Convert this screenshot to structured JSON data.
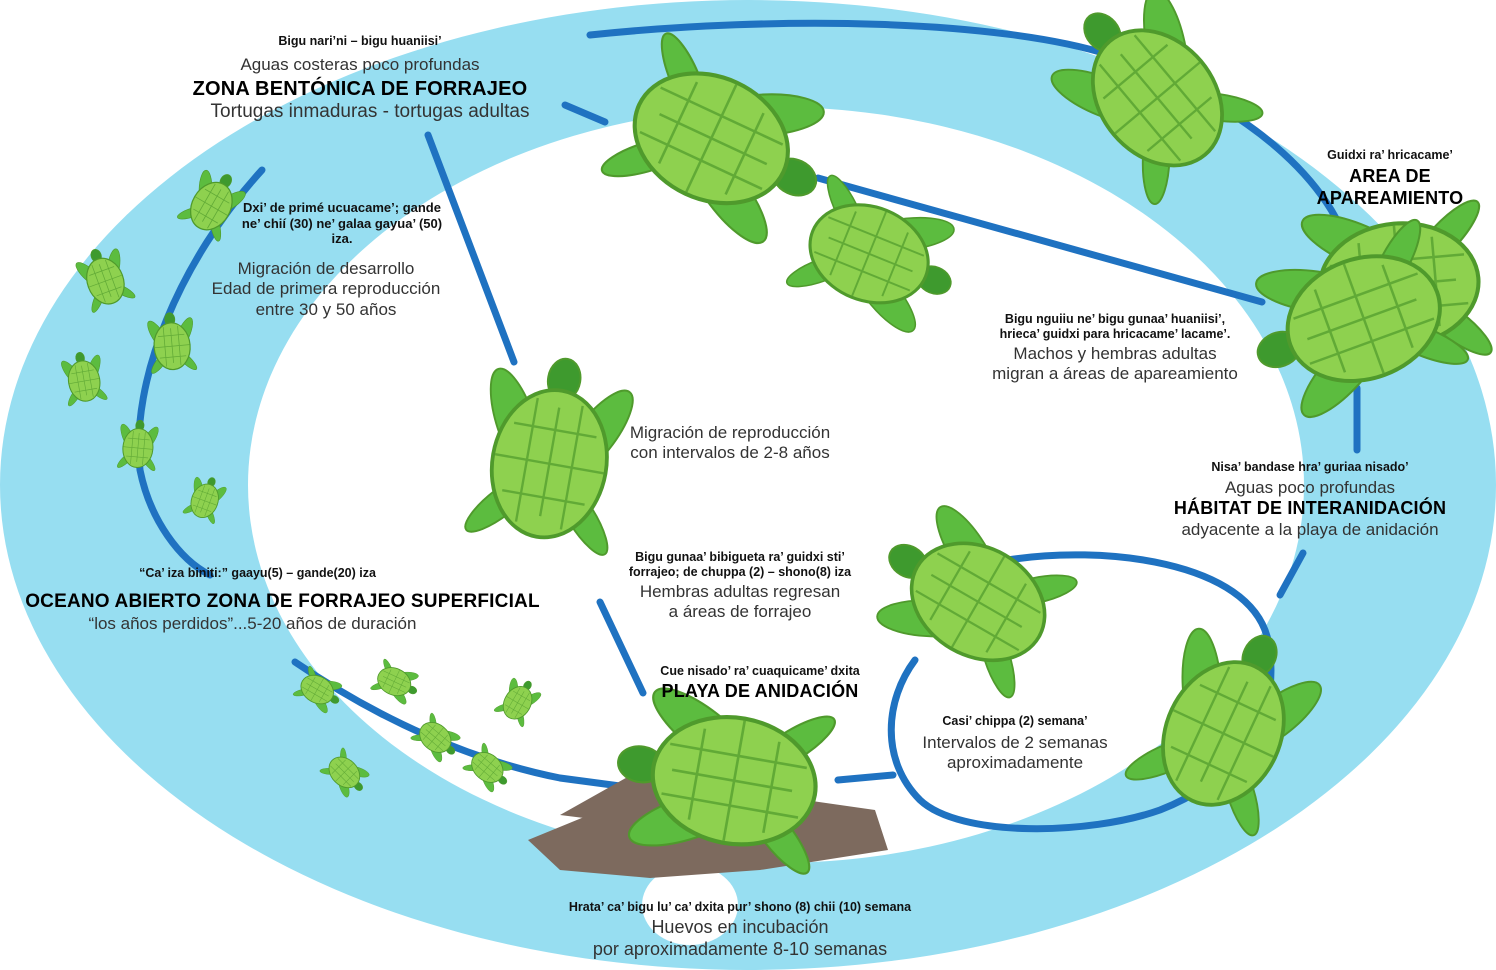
{
  "colors": {
    "ocean": "#97def1",
    "path": "#1f72c1",
    "turtle_shell": "#8ed14f",
    "turtle_outline": "#4f9a2c",
    "turtle_flipper": "#5cbc3f",
    "turtle_head": "#3e9a2e",
    "sand": "#7d6a5e"
  },
  "labels": {
    "benthic": {
      "local": "Bigu nari’ni – bigu huaniisi’",
      "subtitle": "Aguas costeras poco profundas",
      "title": "ZONA BENTÓNICA DE FORRAJEO",
      "desc": "Tortugas inmaduras - tortugas adultas"
    },
    "developmental": {
      "local": "Dxi’ de primé ucuacame’; gande ne’ chií (30) ne’ galaa gayua’ (50) iza.",
      "desc1": "Migración de desarrollo",
      "desc2": "Edad de primera reproducción",
      "desc3": "entre 30 y 50 años"
    },
    "mating": {
      "local": "Guidxi ra’ hricacame’",
      "title1": "AREA DE",
      "title2": "APAREAMIENTO"
    },
    "adults_migrate": {
      "local1": "Bigu nguiiu ne’ bigu gunaa’ huaniisi’,",
      "local2": "hrieca’ guidxi para hricacame’ lacame’.",
      "desc1": "Machos y hembras adultas",
      "desc2": "migran a áreas de apareamiento"
    },
    "repro_migration": {
      "desc1": "Migración de reproducción",
      "desc2": "con intervalos de 2-8 años"
    },
    "internesting": {
      "local": "Nisa’ bandase hra’ guriaa nisado’",
      "subtitle": "Aguas poco profundas",
      "title": "HÁBITAT DE INTERANIDACIÓN",
      "desc": "adyacente a la playa de anidación"
    },
    "females_return": {
      "local1": "Bigu gunaa’ bibigueta ra’ guidxi sti’",
      "local2": "forrajeo; de chuppa (2) – shono(8) iza",
      "desc1": "Hembras adultas regresan",
      "desc2": "a áreas de forrajeo"
    },
    "ocean": {
      "local": "“Ca’ iza biniti:” gaayu(5) – gande(20) iza",
      "title": "OCEANO ABIERTO ZONA DE FORRAJEO SUPERFICIAL",
      "desc": "“los años perdidos”...5-20 años de duración"
    },
    "nesting": {
      "local": "Cue nisado’ ra’ cuaquicame’ dxita",
      "title": "PLAYA DE ANIDACIÓN"
    },
    "interval": {
      "local": "Casi’ chippa (2) semana’",
      "desc1": "Intervalos de 2 semanas",
      "desc2": "aproximadamente"
    },
    "eggs": {
      "local": "Hrata’ ca’ bigu lu’ ca’ dxita pur’ shono (8) chii (10) semana",
      "desc1": "Huevos en incubación",
      "desc2": "por aproximadamente 8-10 semanas"
    }
  }
}
